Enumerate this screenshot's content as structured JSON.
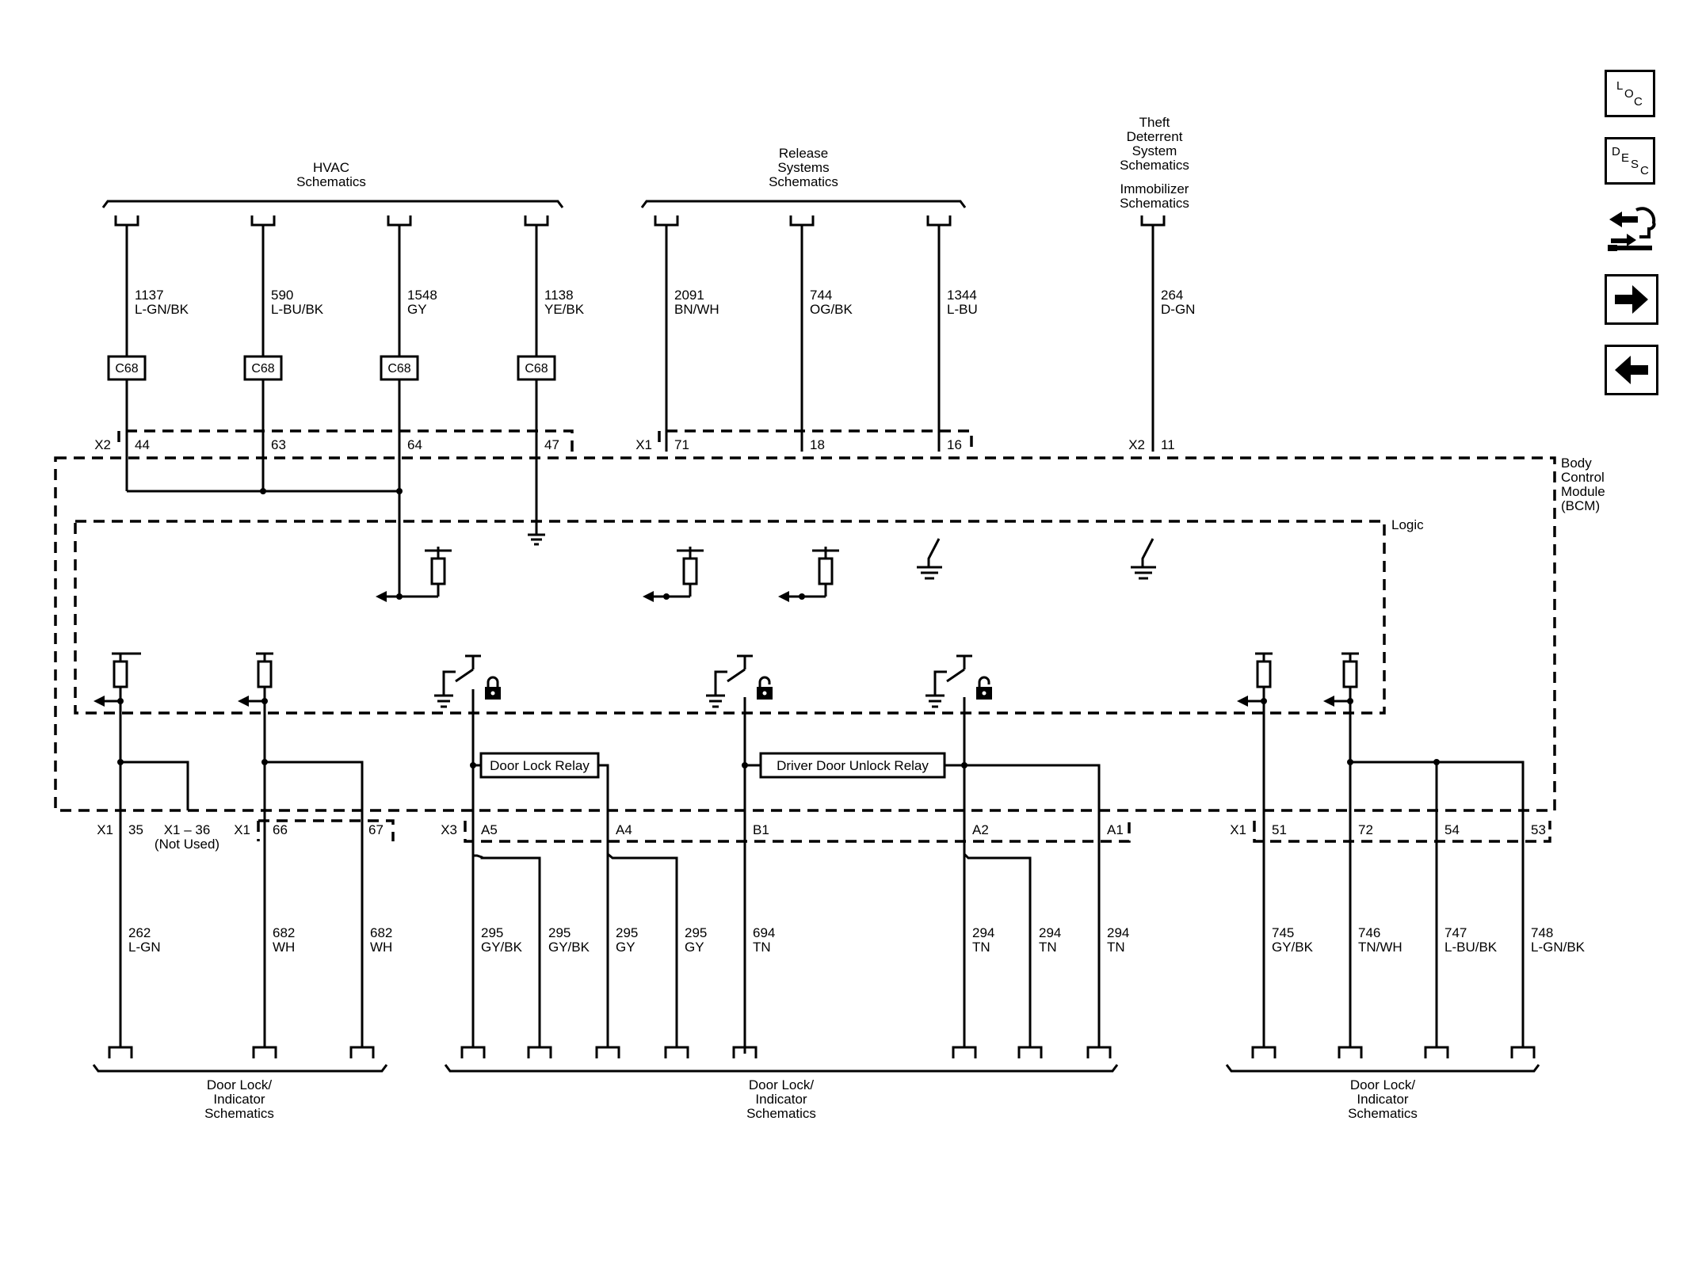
{
  "groups": {
    "hvac": [
      "HVAC",
      "Schematics"
    ],
    "release": [
      "Release",
      "Systems",
      "Schematics"
    ],
    "theft": [
      "Theft",
      "Deterrent",
      "System",
      "Schematics"
    ],
    "immobilizer": [
      "Immobilizer",
      "Schematics"
    ],
    "door_lock": [
      "Door Lock/",
      "Indicator",
      "Schematics"
    ]
  },
  "top_wires": [
    {
      "num": "1137",
      "color": "L-GN/BK"
    },
    {
      "num": "590",
      "color": "L-BU/BK"
    },
    {
      "num": "1548",
      "color": "GY"
    },
    {
      "num": "1138",
      "color": "YE/BK"
    },
    {
      "num": "2091",
      "color": "BN/WH"
    },
    {
      "num": "744",
      "color": "OG/BK"
    },
    {
      "num": "1344",
      "color": "L-BU"
    },
    {
      "num": "264",
      "color": "D-GN"
    }
  ],
  "inline_connector": "C68",
  "top_connectors": [
    {
      "name": "X2",
      "pins": [
        "44",
        "63",
        "64",
        "47"
      ]
    },
    {
      "name": "X1",
      "pins": [
        "71",
        "18",
        "16"
      ]
    },
    {
      "name": "X2",
      "pins": [
        "11"
      ]
    }
  ],
  "module": [
    "Body",
    "Control",
    "Module",
    "(BCM)"
  ],
  "logic_label": "Logic",
  "relays": {
    "door_lock": "Door Lock Relay",
    "driver_unlock": "Driver Door Unlock Relay"
  },
  "bottom_connectors": [
    {
      "name": "X1",
      "pins": [
        "35"
      ]
    },
    {
      "name": "X1 – 36",
      "pins": []
    },
    {
      "name": "X1",
      "pins": [
        "66",
        "67"
      ]
    },
    {
      "name": "X3",
      "pins": [
        "A5",
        "A4",
        "B1",
        "A2",
        "A1"
      ]
    },
    {
      "name": "X1",
      "pins": [
        "51",
        "72",
        "54",
        "53"
      ]
    }
  ],
  "not_used": "(Not Used)",
  "bottom_wires": [
    {
      "num": "262",
      "color": "L-GN"
    },
    {
      "num": "682",
      "color": "WH"
    },
    {
      "num": "682",
      "color": "WH"
    },
    {
      "num": "295",
      "color": "GY/BK"
    },
    {
      "num": "295",
      "color": "GY/BK"
    },
    {
      "num": "295",
      "color": "GY"
    },
    {
      "num": "295",
      "color": "GY"
    },
    {
      "num": "694",
      "color": "TN"
    },
    {
      "num": "294",
      "color": "TN"
    },
    {
      "num": "294",
      "color": "TN"
    },
    {
      "num": "294",
      "color": "TN"
    },
    {
      "num": "745",
      "color": "GY/BK"
    },
    {
      "num": "746",
      "color": "TN/WH"
    },
    {
      "num": "747",
      "color": "L-BU/BK"
    },
    {
      "num": "748",
      "color": "L-GN/BK"
    }
  ],
  "nav": {
    "loc_letters": [
      "L",
      "O",
      "C"
    ],
    "desc_letters": [
      "D",
      "E",
      "S",
      "C"
    ],
    "icons": [
      "loc-icon",
      "desc-icon",
      "connector-view-icon",
      "next-arrow-icon",
      "previous-arrow-icon"
    ]
  }
}
